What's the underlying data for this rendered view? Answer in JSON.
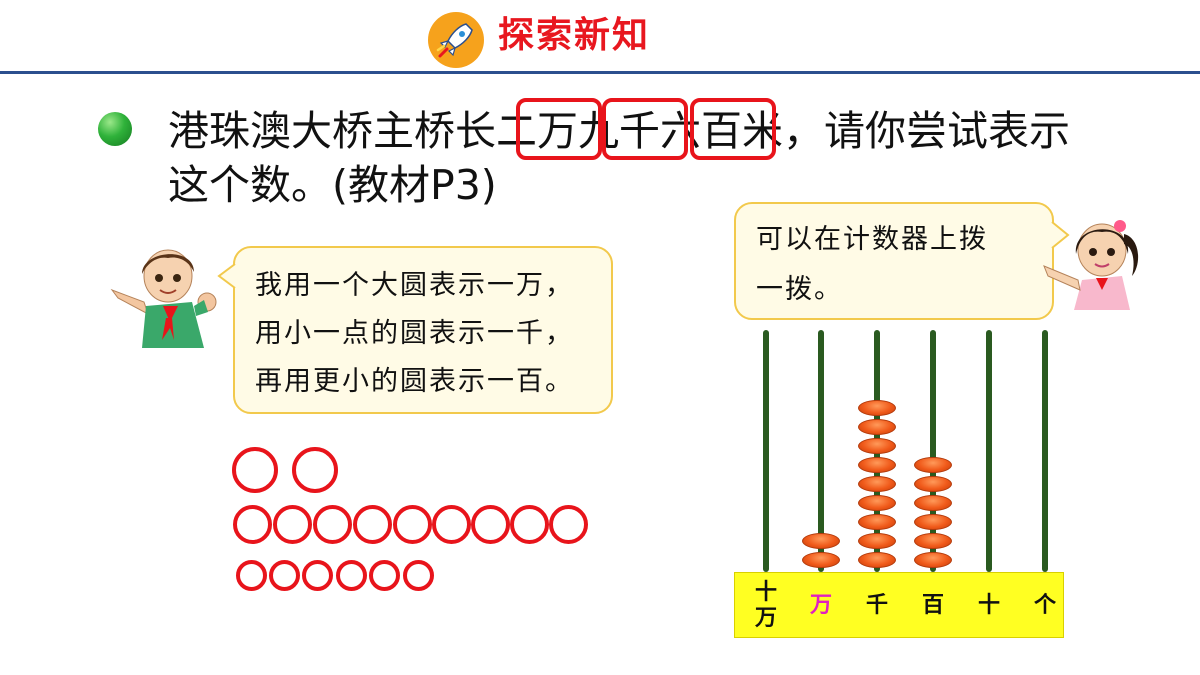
{
  "header": {
    "title": "探索新知",
    "icon": "rocket-icon",
    "title_color": "#e8171f",
    "line_color": "#2b4f8e"
  },
  "question": {
    "line1_pre": "港珠澳大桥主桥长",
    "hl1": "二万",
    "hl2": "九千",
    "hl3": "六百",
    "line1_post": "米，请你尝试表示",
    "line2": "这个数。(教材P3)"
  },
  "boy_bubble": {
    "line1": "我用一个大圆表示一万，",
    "line2": "用小一点的圆表示一千，",
    "line3": "再用更小的圆表示一百。"
  },
  "girl_bubble": {
    "line1": "可以在计数器上拨",
    "line2": "一拨。"
  },
  "circles": {
    "large_count": 2,
    "medium_count": 9,
    "small_count": 6,
    "color": "#e8141b"
  },
  "abacus": {
    "places": [
      {
        "top": "十",
        "bottom": "万",
        "color": "#111111",
        "beads": 0
      },
      {
        "top": "万",
        "bottom": "",
        "color": "#e020c0",
        "beads": 2
      },
      {
        "top": "千",
        "bottom": "",
        "color": "#111111",
        "beads": 9
      },
      {
        "top": "百",
        "bottom": "",
        "color": "#111111",
        "beads": 6
      },
      {
        "top": "十",
        "bottom": "",
        "color": "#111111",
        "beads": 0
      },
      {
        "top": "个",
        "bottom": "",
        "color": "#111111",
        "beads": 0
      }
    ],
    "bead_color": "#f05a1a",
    "rod_color": "#2a5a20",
    "base_color": "#ffff22"
  }
}
